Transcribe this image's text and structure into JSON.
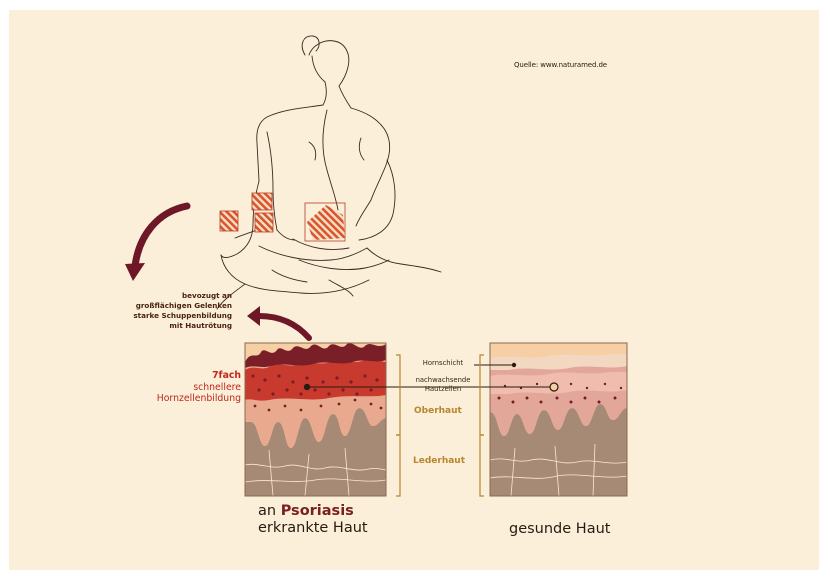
{
  "source": "Quelle: www.naturamed.de",
  "note_lines": [
    "bevozugt an",
    "großflächigen Gelenken",
    "starke Schuppenbildung",
    "mit Hautrötung"
  ],
  "fast_lines": [
    "7fach",
    "schnellere",
    "Hornzellenbildung"
  ],
  "labels": {
    "hornschicht": "Hornschicht",
    "nachwachsende_1": "nachwachsende",
    "nachwachsende_2": "Hautzellen",
    "oberhaut": "Oberhaut",
    "lederhaut": "Lederhaut"
  },
  "captions": {
    "left_prefix": "an ",
    "left_bold": "Psoriasis",
    "left_line2": "erkrankte Haut",
    "right": "gesunde Haut"
  },
  "colors": {
    "background": "#fbefd9",
    "arrow": "#6e1726",
    "psoriasis_red": "#c0281c",
    "layer_gold": "#b8862c",
    "skin_peach": "#f6cfa4",
    "dermis_brown": "#a68a76",
    "lesion_orange": "#d9552e"
  }
}
